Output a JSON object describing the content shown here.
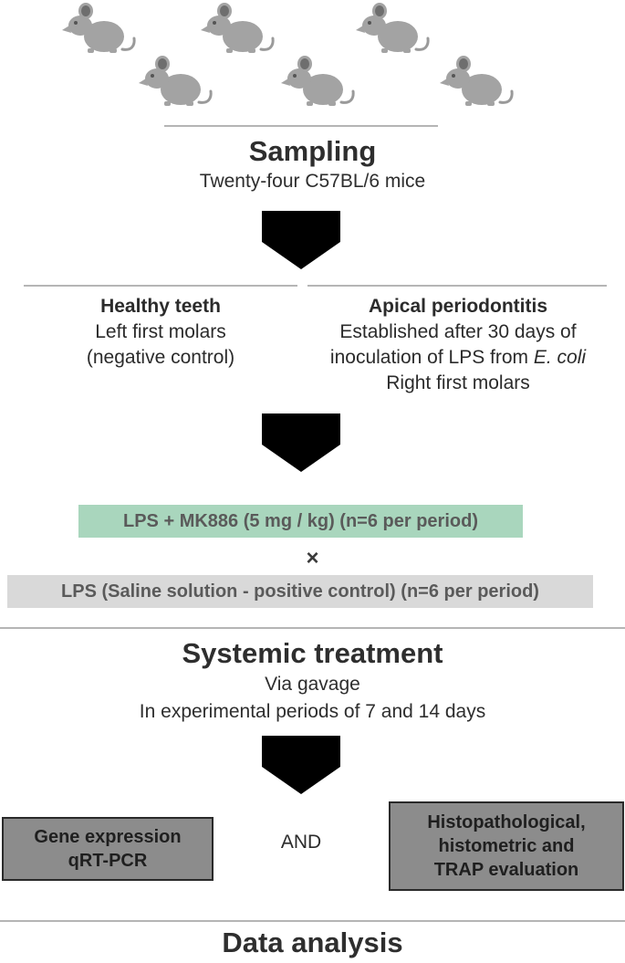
{
  "sampling": {
    "title": "Sampling",
    "subtitle": "Twenty-four C57BL/6 mice"
  },
  "groups": {
    "healthy": {
      "title": "Healthy teeth",
      "line1": "Left first molars",
      "line2": "(negative control)"
    },
    "apical": {
      "title": "Apical periodontitis",
      "line1": "Established after 30 days of",
      "line2_prefix": "inoculation of LPS from ",
      "line2_italic": "E. coli",
      "line3": "Right first molars"
    }
  },
  "treatments": {
    "mk886": "LPS + MK886 (5 mg / kg) (n=6 per period)",
    "versus": "×",
    "saline": "LPS (Saline solution - positive control) (n=6 per period)",
    "mk886_color": "#a9d6bd",
    "saline_color": "#d9d9d9"
  },
  "systemic": {
    "title": "Systemic treatment",
    "line1": "Via gavage",
    "line2": "In experimental periods of 7 and 14 days"
  },
  "outcomes": {
    "gene_line1": "Gene expression",
    "gene_line2": "qRT-PCR",
    "and": "AND",
    "histo_line1": "Histopathological,",
    "histo_line2": "histometric and",
    "histo_line3": "TRAP evaluation"
  },
  "analysis": {
    "title": "Data analysis"
  },
  "icons": {
    "mouse": "mouse-icon",
    "arrow": "down-arrow-icon"
  }
}
